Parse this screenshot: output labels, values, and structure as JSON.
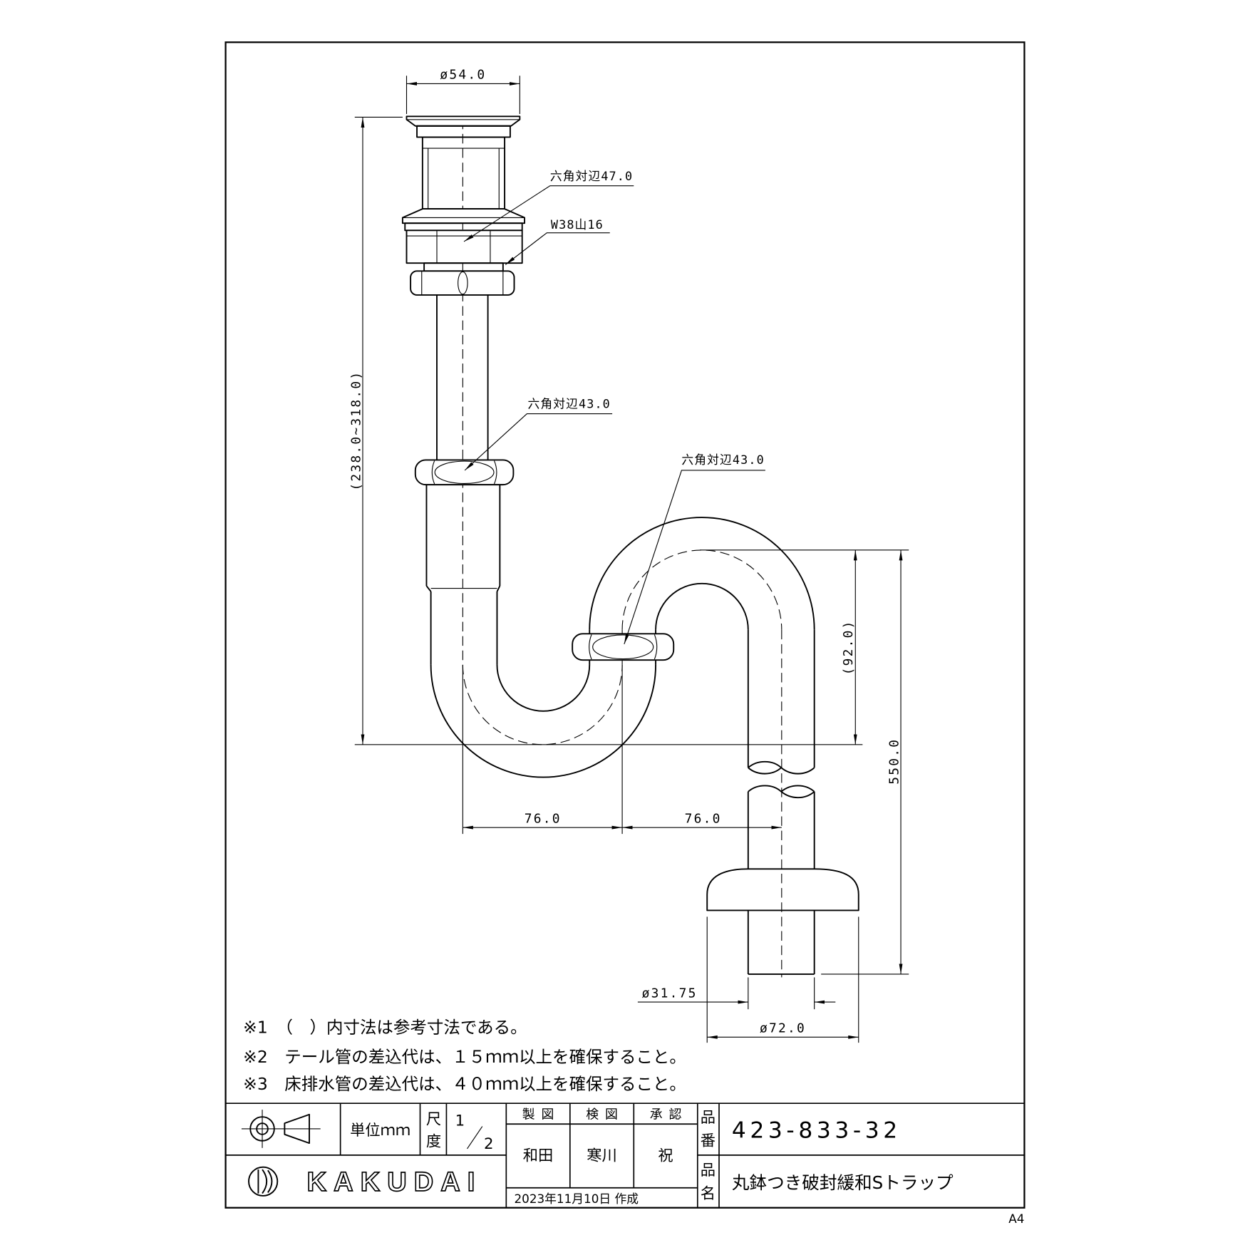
{
  "drawing": {
    "dim_flange_diameter": "ø54.0",
    "dim_hex_top": "六角対辺47.0",
    "dim_thread": "W38山16",
    "dim_tail_height": "(238.0~318.0)",
    "dim_hex_tail": "六角対辺43.0",
    "dim_hex_trap": "六角対辺43.0",
    "dim_seal_depth": "(92.0)",
    "dim_floor_height": "550.0",
    "dim_offset_left": "76.0",
    "dim_offset_right": "76.0",
    "dim_pipe_diameter": "ø31.75",
    "dim_floor_flange_diameter": "ø72.0"
  },
  "notes": [
    "※1　（　）内寸法は参考寸法である。",
    "※2　テール管の差込代は、１５ｍｍ以上を確保すること。",
    "※3　床排水管の差込代は、４０ｍｍ以上を確保すること。"
  ],
  "title_block": {
    "unit": "単位ｍｍ",
    "scale_label": [
      "尺",
      "度"
    ],
    "scale_numerator": "1",
    "scale_denominator": "2",
    "roles": [
      "製図",
      "検図",
      "承認"
    ],
    "names": [
      "和田",
      "寒川",
      "祝"
    ],
    "part_number_label": [
      "品",
      "番"
    ],
    "part_number": "423-833-32",
    "part_name_label": [
      "品",
      "名"
    ],
    "part_name": "丸鉢つき破封緩和Sトラップ",
    "company": "KAKUDAI",
    "date": "2023年11月10日 作成",
    "paper_size": "A4"
  },
  "icons": {
    "projection_symbol": "third-angle-projection-icon",
    "company_logo": "kakudai-logo-icon"
  },
  "colors": {
    "line": "#000000",
    "paper": "#ffffff"
  }
}
